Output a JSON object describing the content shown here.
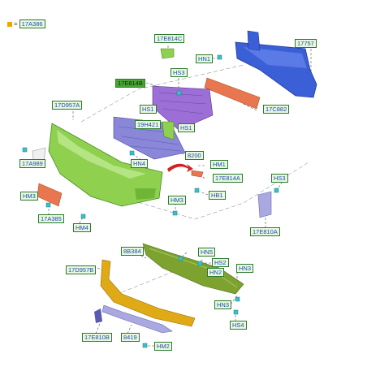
{
  "legend": {
    "symbol": "=",
    "part": "17A386"
  },
  "callouts": {
    "c_17e814c": "17E814C",
    "c_17757": "17757",
    "c_hn1": "HN1",
    "c_hs3_top": "HS3",
    "c_17e814b": "17E814B",
    "c_17d957a": "17D957A",
    "c_hs1_a": "HS1",
    "c_17c882": "17C882",
    "c_19h421": "19H421",
    "c_hs1_b": "HS1",
    "c_8200": "8200",
    "c_17a989": "17A989",
    "c_hn4": "HN4",
    "c_hm1": "HM1",
    "c_17e814a": "17E814A",
    "c_hs3_right": "HS3",
    "c_hm3_left": "HM3",
    "c_hm3_mid": "HM3",
    "c_hb1": "HB1",
    "c_17a385": "17A385",
    "c_hm4": "HM4",
    "c_17e810a": "17E810A",
    "c_8b384": "8B384",
    "c_hn5": "HN5",
    "c_hs2": "HS2",
    "c_17d957b": "17D957B",
    "c_hn2": "HN2",
    "c_hn3_a": "HN3",
    "c_hn3_b": "HN3",
    "c_hs4": "HS4",
    "c_17e810b": "17E810B",
    "c_8419": "8419",
    "c_hm2": "HM2"
  },
  "colors": {
    "bumper_cover": "#8fd14f",
    "reinforcement_beam": "#3a5fd6",
    "grille": "#9b6fd6",
    "absorber": "#e8774f",
    "lower_spoiler": "#e0a916",
    "lower_absorber": "#7da230",
    "strip": "#a9a8e0",
    "fastener": "#3cc0c8",
    "label_fill": "#e8f7df",
    "label_border": "#2c7a2c"
  }
}
